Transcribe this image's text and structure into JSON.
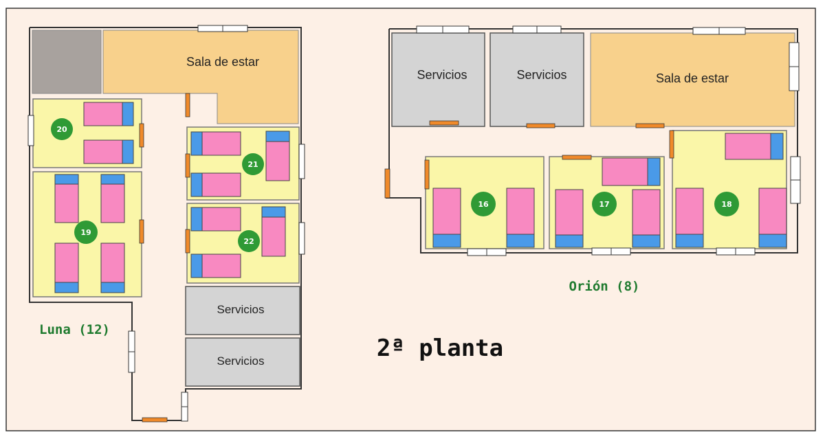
{
  "floor_title": "2ª planta",
  "wings": [
    {
      "id": "luna",
      "label": "Luna (12)"
    },
    {
      "id": "orion",
      "label": "Orión (8)"
    }
  ],
  "rooms": [
    {
      "id": "sala-luna",
      "label": "Sala de estar"
    },
    {
      "id": "sala-orion",
      "label": "Sala de estar"
    },
    {
      "id": "servicios-1",
      "label": "Servicios"
    },
    {
      "id": "servicios-2",
      "label": "Servicios"
    },
    {
      "id": "servicios-3",
      "label": "Servicios"
    },
    {
      "id": "servicios-4",
      "label": "Servicios"
    }
  ],
  "bedrooms": [
    {
      "number": "20",
      "wing": "Luna"
    },
    {
      "number": "19",
      "wing": "Luna"
    },
    {
      "number": "21",
      "wing": "Luna"
    },
    {
      "number": "22",
      "wing": "Luna"
    },
    {
      "number": "16",
      "wing": "Orión"
    },
    {
      "number": "17",
      "wing": "Orión"
    },
    {
      "number": "18",
      "wing": "Orión"
    }
  ],
  "colors": {
    "page": "#fdf0e6",
    "bedroom": "#faf6a8",
    "living": "#f8d18c",
    "services": "#d4d4d4",
    "storage": "#a8a29e",
    "bed": "#f889c1",
    "pillow": "#4a9ae8",
    "badge": "#2f9a35",
    "door": "#f08a2a",
    "label_green": "#1e7a2e"
  }
}
